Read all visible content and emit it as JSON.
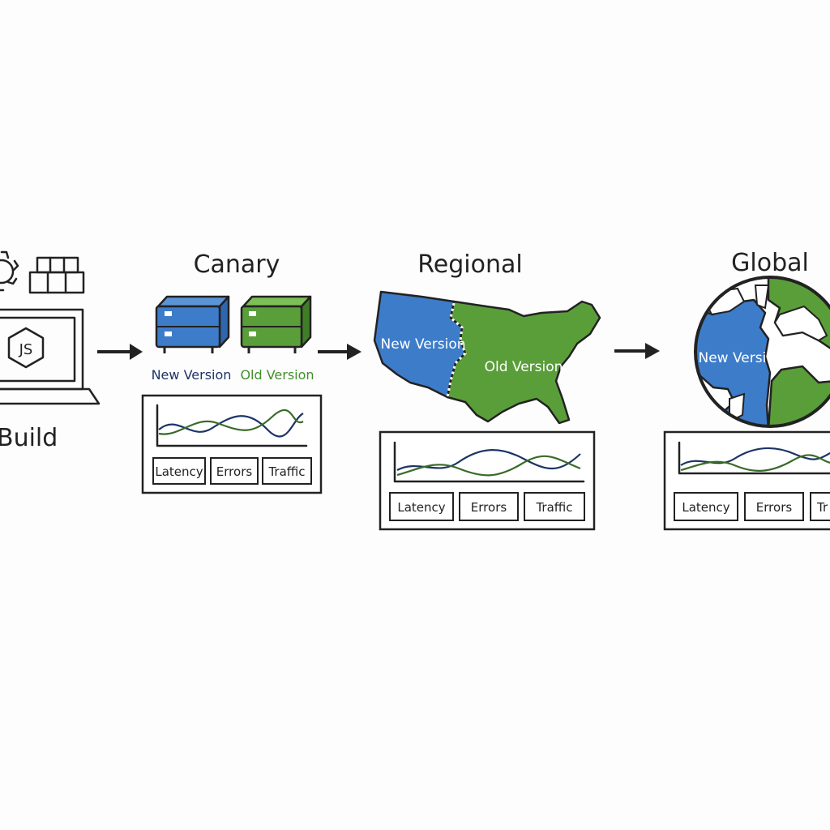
{
  "stages": [
    {
      "title": "Build",
      "icon": "JS"
    },
    {
      "title": "Canary",
      "legend_new": "New Version",
      "legend_old": "Old Version",
      "buttons": [
        "Latency",
        "Errors",
        "Traffic"
      ]
    },
    {
      "title": "Regional",
      "map_new": "New Version",
      "map_old": "Old Version",
      "buttons": [
        "Latency",
        "Errors",
        "Traffic"
      ]
    },
    {
      "title": "Global",
      "map_new": "New Version",
      "buttons": [
        "Latency",
        "Errors",
        "Tr"
      ]
    }
  ],
  "colors": {
    "new_version": "#3d7cc9",
    "old_version": "#5a9e3a",
    "new_line": "#1c3466",
    "old_line": "#3a6b2a",
    "ink": "#222222"
  }
}
